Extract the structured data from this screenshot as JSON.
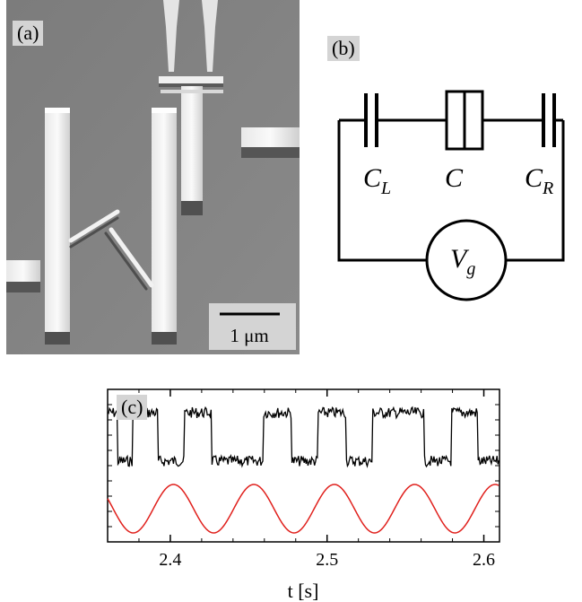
{
  "panel_a": {
    "label": "(a)",
    "scale_bar_label": "1 μm"
  },
  "panel_b": {
    "label": "(b)",
    "components": {
      "c_left": {
        "symbol": "C",
        "subscript": "L"
      },
      "c_center": {
        "symbol": "C",
        "subscript": ""
      },
      "c_right": {
        "symbol": "C",
        "subscript": "R"
      },
      "source": {
        "symbol": "V",
        "subscript": "g"
      }
    }
  },
  "panel_c": {
    "label": "(c)",
    "colors": {
      "telegraph": "#000000",
      "drive": "#e0201c"
    }
  },
  "chart_data": {
    "type": "line",
    "xlabel": "t [s]",
    "xlim": [
      2.36,
      2.61
    ],
    "xticks": [
      2.4,
      2.5,
      2.6
    ],
    "xtick_labels": [
      "2.4",
      "2.5",
      "2.6"
    ],
    "series": [
      {
        "color": "#000000",
        "kind": "telegraph",
        "high_level": 1.0,
        "low_level": 0.0,
        "transitions_x": [
          2.366,
          2.376,
          2.392,
          2.409,
          2.426,
          2.459,
          2.477,
          2.494,
          2.512,
          2.529,
          2.562,
          2.579,
          2.596
        ],
        "start_level": "high"
      },
      {
        "color": "#e0201c",
        "kind": "sinusoid",
        "period": 0.0513,
        "phase_peak_x": 2.402,
        "amplitude": 1.0
      }
    ]
  }
}
